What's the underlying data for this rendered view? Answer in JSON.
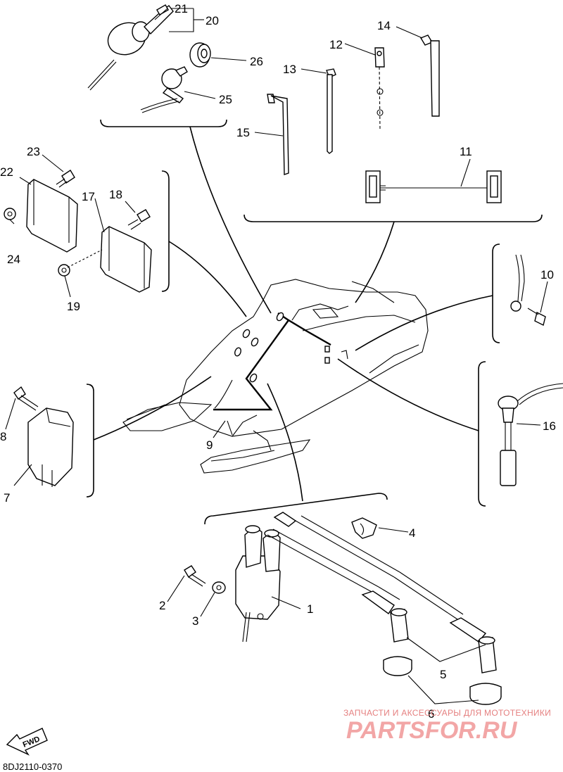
{
  "diagram_code": "8DJ2110-0370",
  "fwd_label": "FWD",
  "watermark": {
    "line1": "ЗАПЧАСТИ И АКСЕССУАРЫ ДЛЯ МОТОТЕХНИКИ",
    "line2": "PARTSFOR.RU"
  },
  "callouts": [
    "1",
    "2",
    "3",
    "4",
    "5",
    "6",
    "7",
    "8",
    "9",
    "10",
    "11",
    "12",
    "13",
    "14",
    "15",
    "16",
    "17",
    "18",
    "19",
    "20",
    "21",
    "22",
    "23",
    "24",
    "25",
    "26"
  ],
  "colors": {
    "line": "#000000",
    "watermark": "#f2a6a6"
  }
}
